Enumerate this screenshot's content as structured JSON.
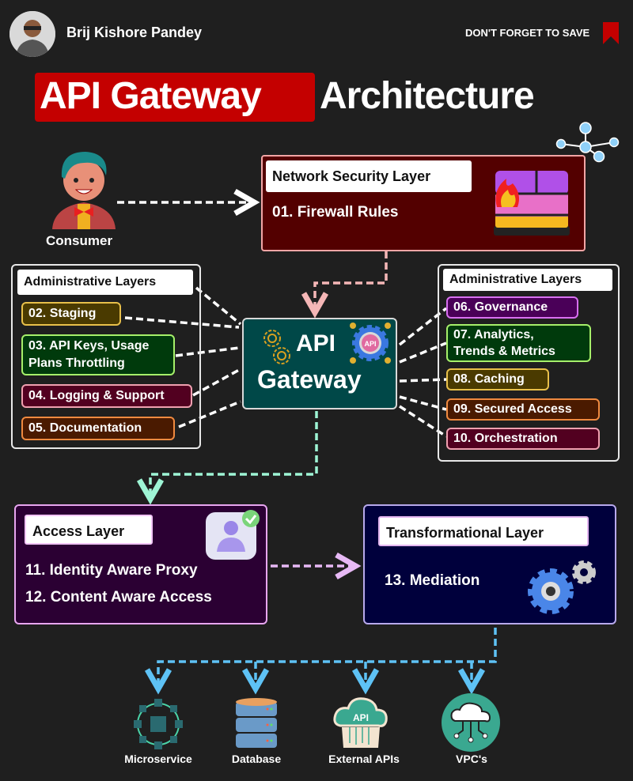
{
  "header": {
    "author": "Brij Kishore Pandey",
    "save_reminder": "DON'T FORGET TO SAVE",
    "title_highlight": "API Gateway",
    "title_rest": "Architecture"
  },
  "consumer": {
    "label": "Consumer",
    "icon": "person-avatar-icon"
  },
  "network_security": {
    "header": "Network Security Layer",
    "items": [
      "01. Firewall Rules"
    ],
    "icon": "firewall-icon"
  },
  "gateway": {
    "line1": "API",
    "line2": "Gateway",
    "badge": "API"
  },
  "admin_left": {
    "header": "Administrative Layers",
    "items": [
      {
        "label": "02. Staging",
        "bg": "#4a3a00",
        "border": "#e8c04a"
      },
      {
        "label": "03. API Keys, Usage\nPlans Throttling",
        "line1": "03. API Keys, Usage",
        "line2": "Plans Throttling",
        "bg": "#003a0c",
        "border": "#a6f06a"
      },
      {
        "label": "04. Logging & Support",
        "bg": "#520020",
        "border": "#f0a0b0"
      },
      {
        "label": "05. Documentation",
        "bg": "#4a1a00",
        "border": "#f08a40"
      }
    ]
  },
  "admin_right": {
    "header": "Administrative Layers",
    "items": [
      {
        "label": "06. Governance",
        "bg": "#4a0058",
        "border": "#d870f0"
      },
      {
        "label": "07. Analytics, Trends & Metrics",
        "line1": "07. Analytics,",
        "line2": "Trends & Metrics",
        "bg": "#003a0c",
        "border": "#a6f06a"
      },
      {
        "label": "08. Caching",
        "bg": "#4a3a00",
        "border": "#e8c04a"
      },
      {
        "label": "09. Secured Access",
        "bg": "#4a1a00",
        "border": "#f08a40"
      },
      {
        "label": "10. Orchestration",
        "bg": "#520020",
        "border": "#f0a0b0"
      }
    ]
  },
  "access_layer": {
    "header": "Access Layer",
    "items": [
      "11. Identity Aware Proxy",
      "12. Content Aware Access"
    ],
    "icon": "verified-user-icon"
  },
  "transformational_layer": {
    "header": "Transformational Layer",
    "items": [
      "13. Mediation"
    ],
    "icon": "gears-icon"
  },
  "destinations": [
    {
      "label": "Microservice",
      "icon": "microservice-icon"
    },
    {
      "label": "Database",
      "icon": "database-icon"
    },
    {
      "label": "External APIs",
      "icon": "api-cloud-icon"
    },
    {
      "label": "VPC's",
      "icon": "vpc-cloud-icon"
    }
  ],
  "colors": {
    "background": "#1f1f1f",
    "title_red": "#c40000",
    "network_bg": "#530000",
    "gateway_bg": "#004848",
    "access_bg": "#2b0033",
    "transform_bg": "#00003c",
    "arrow_teal": "#9ef5d5",
    "arrow_pink": "#f5b7b7",
    "arrow_lilac": "#e7b9f5",
    "arrow_blue": "#5ec2f5"
  }
}
